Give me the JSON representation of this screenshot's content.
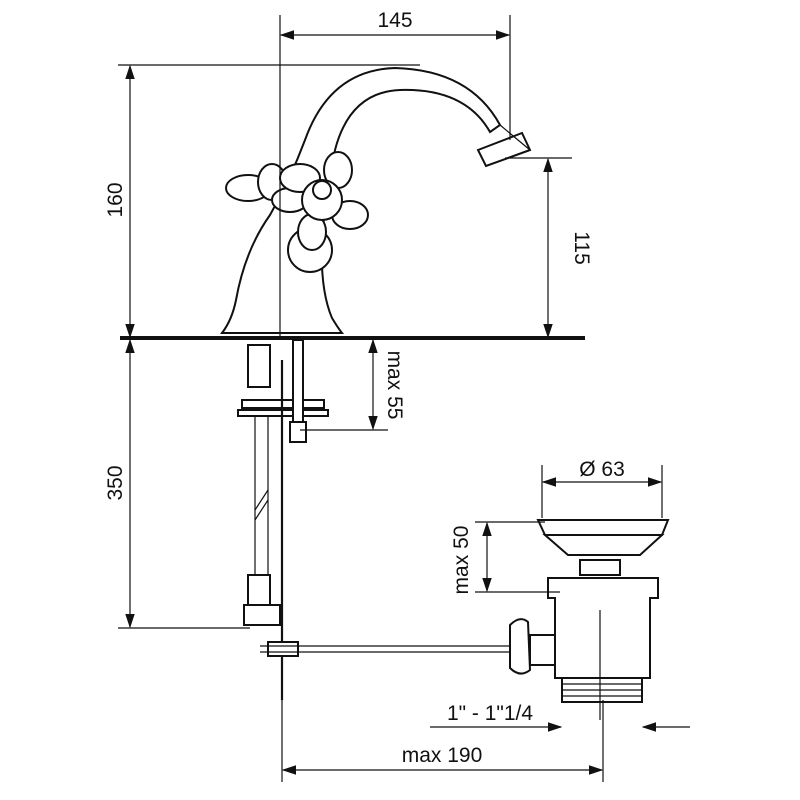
{
  "title": "Basin mixer technical drawing",
  "dimensions": {
    "spout_reach": "145",
    "total_height": "160",
    "spout_height": "115",
    "max_deck_thickness": "max 55",
    "hose_length": "350",
    "drain_diameter": "Ø 63",
    "drain_max_height": "max 50",
    "drain_thread": "1\" - 1\"1/4",
    "max_pop_up_length": "max 190"
  },
  "colors": {
    "line": "#111111",
    "background": "#ffffff"
  }
}
